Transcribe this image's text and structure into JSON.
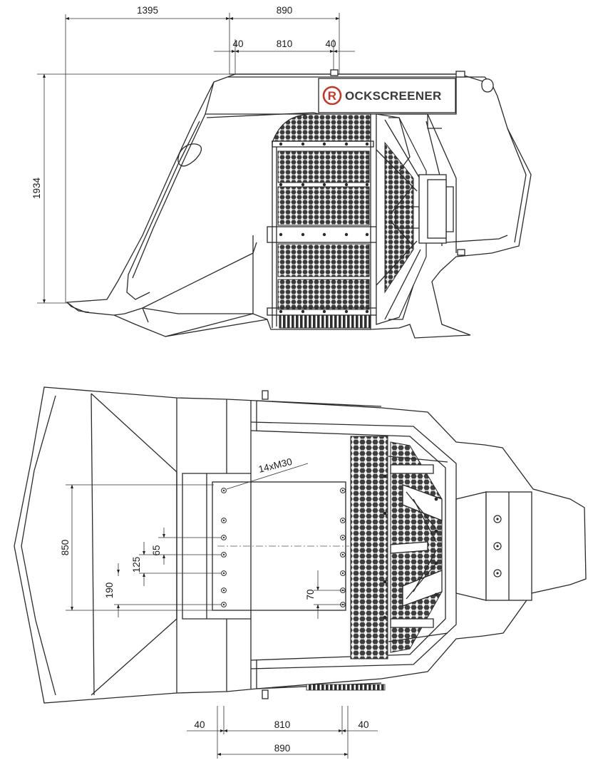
{
  "brand": {
    "name_prefix": "R",
    "name_rest": "OCKSCREENER",
    "accent_color": "#c0392b",
    "text_color": "#3a3a3a"
  },
  "side_view": {
    "dimensions": {
      "width_left": "1395",
      "width_top": "890",
      "flange_left": "40",
      "inner_width": "810",
      "flange_right": "40",
      "height": "1934"
    }
  },
  "top_view": {
    "dimensions": {
      "bolt_callout": "14xM30",
      "bolt_span": "850",
      "spacing_125": "125",
      "spacing_65": "65",
      "spacing_190": "190",
      "spacing_70": "70",
      "flange_left": "40",
      "inner_width": "810",
      "flange_right": "40",
      "overall_width": "890"
    }
  },
  "colors": {
    "line": "#2a2a2a",
    "mesh": "#555555",
    "background": "#ffffff"
  }
}
